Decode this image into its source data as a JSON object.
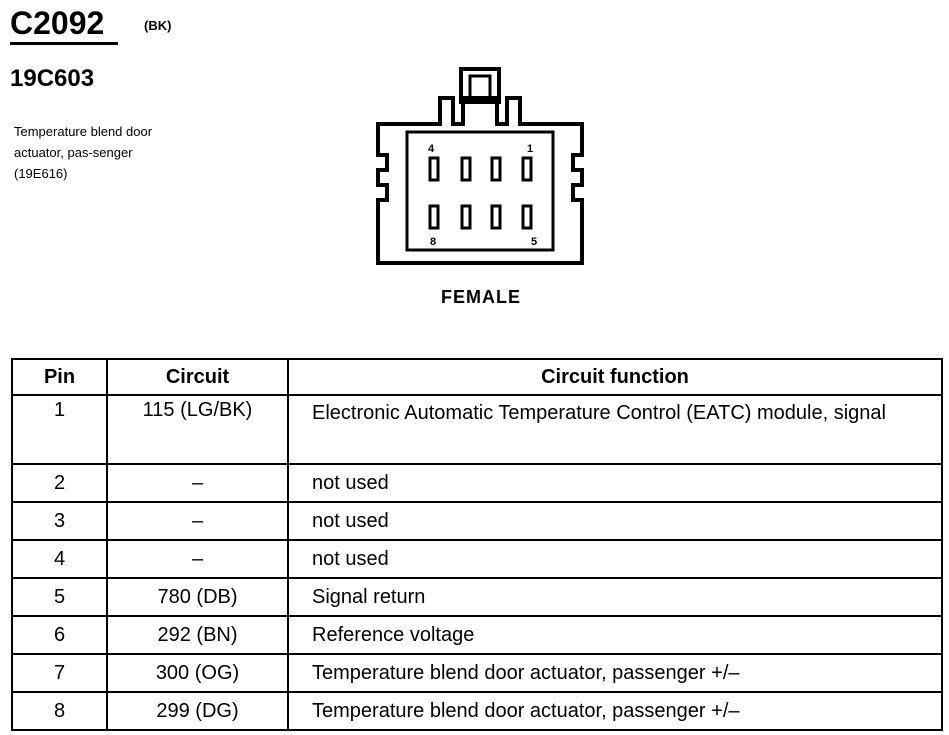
{
  "header": {
    "connector_id": "C2092",
    "color_code": "(BK)",
    "part_number": "19C603",
    "description": "Temperature blend door actuator, pas-senger (19E616)"
  },
  "connector": {
    "gender": "FEMALE",
    "pin_labels": {
      "top_left": "4",
      "top_right": "1",
      "bottom_left": "8",
      "bottom_right": "5"
    }
  },
  "table": {
    "headers": {
      "pin": "Pin",
      "circuit": "Circuit",
      "function": "Circuit function"
    },
    "rows": [
      {
        "pin": "1",
        "circuit": "115 (LG/BK)",
        "function": "Electronic Automatic Temperature Control (EATC) module, signal"
      },
      {
        "pin": "2",
        "circuit": "–",
        "function": "not used"
      },
      {
        "pin": "3",
        "circuit": "–",
        "function": "not used"
      },
      {
        "pin": "4",
        "circuit": "–",
        "function": "not used"
      },
      {
        "pin": "5",
        "circuit": "780 (DB)",
        "function": "Signal return"
      },
      {
        "pin": "6",
        "circuit": "292 (BN)",
        "function": "Reference voltage"
      },
      {
        "pin": "7",
        "circuit": "300 (OG)",
        "function": "Temperature blend door actuator, passenger  +/–"
      },
      {
        "pin": "8",
        "circuit": "299 (DG)",
        "function": "Temperature blend door actuator, passenger  +/–"
      }
    ]
  }
}
